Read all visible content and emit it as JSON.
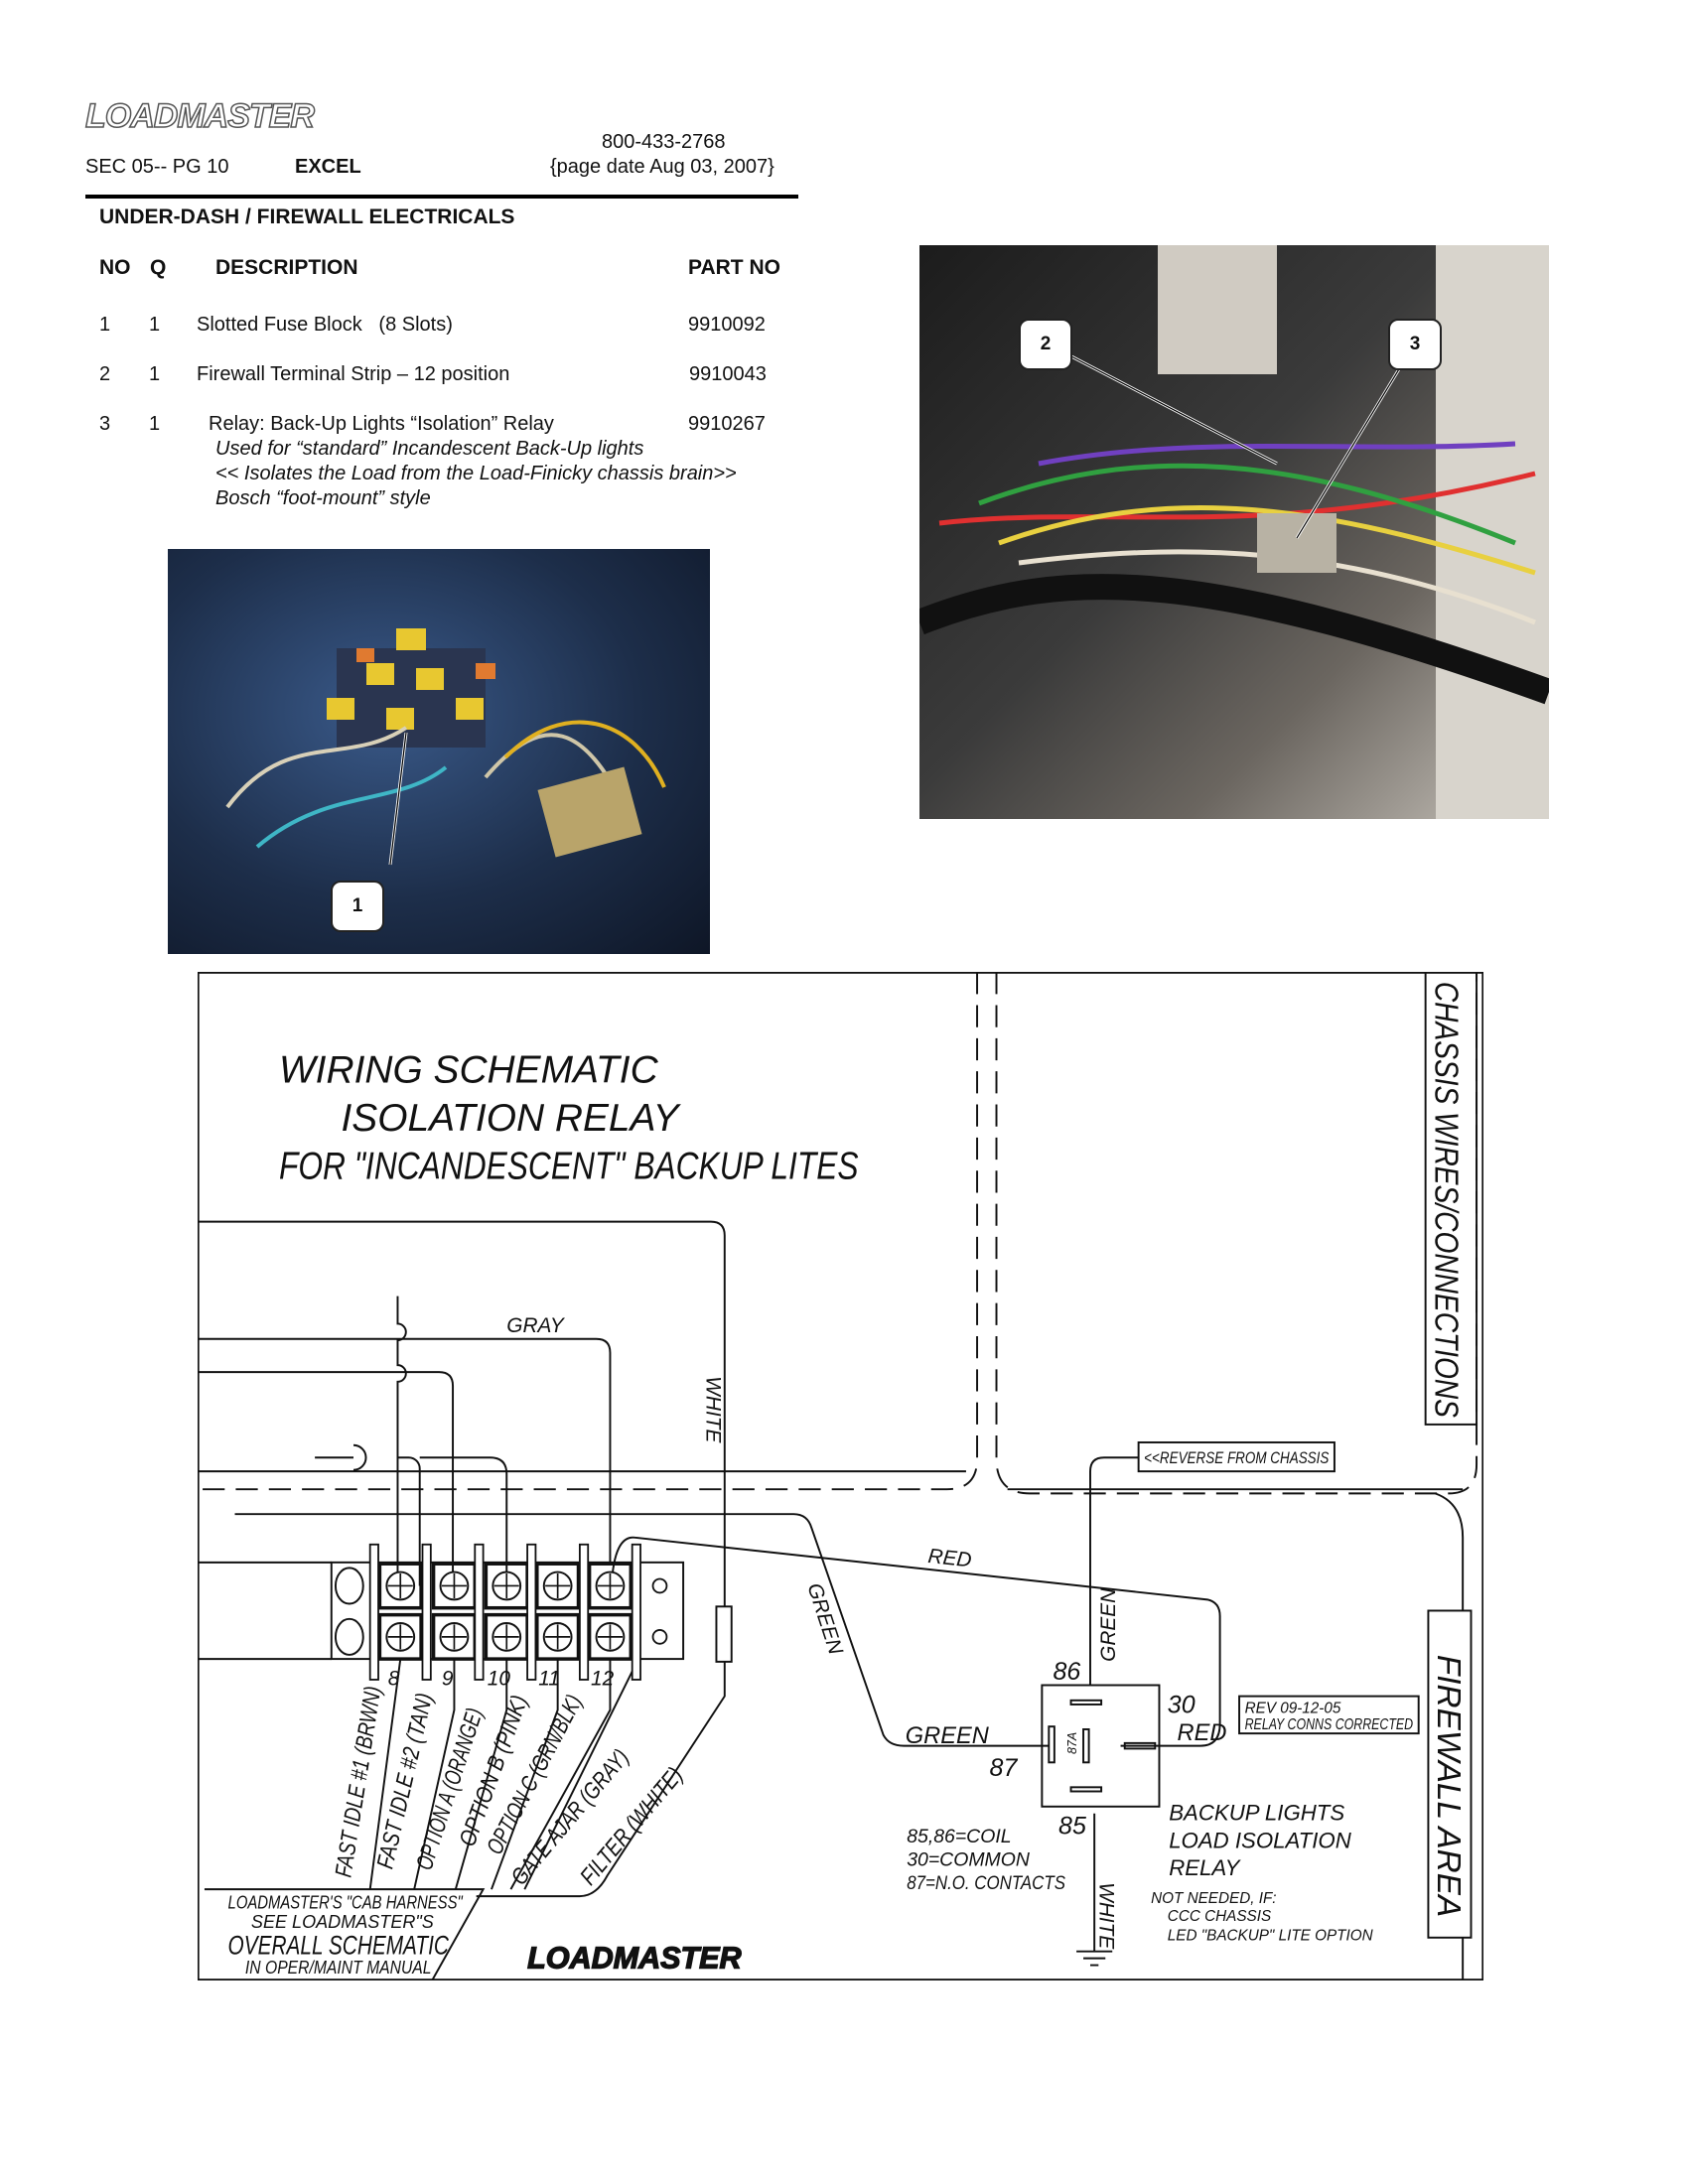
{
  "header": {
    "logo": "LOADMASTER",
    "section": "SEC 05-- PG 10",
    "model": "EXCEL",
    "phone": "800-433-2768",
    "page_date": "{page date Aug 03, 2007}"
  },
  "section_title": "UNDER-DASH / FIREWALL ELECTRICALS",
  "table": {
    "columns": [
      "NO",
      "Q",
      "DESCRIPTION",
      "PART NO"
    ],
    "rows": [
      {
        "no": "1",
        "q": "1",
        "description": "Slotted Fuse Block   (8 Slots)",
        "part_no": "9910092"
      },
      {
        "no": "2",
        "q": "1",
        "description": "Firewall Terminal Strip – 12 position",
        "part_no": "9910043"
      },
      {
        "no": "3",
        "q": "1",
        "description": "Relay: Back-Up Lights “Isolation” Relay",
        "part_no": "9910267",
        "notes": [
          "Used for “standard” Incandescent Back-Up lights",
          "<< Isolates the Load from the Load-Finicky chassis brain>>",
          "Bosch “foot-mount” style"
        ]
      }
    ]
  },
  "photos": {
    "left_callouts": [
      "1"
    ],
    "right_callouts": [
      "2",
      "3"
    ]
  },
  "schematic": {
    "title": [
      "WIRING SCHEMATIC",
      "ISOLATION RELAY",
      "FOR \"INCANDESCENT\" BACKUP LITES"
    ],
    "chassis_label": "CHASSIS WIRES/CONNECTIONS",
    "firewall_label": "FIREWALL AREA",
    "wire_gray": "GRAY",
    "wire_white": "WHITE",
    "wire_white_ground": "WHITE",
    "wire_red_top": "RED",
    "wire_green_diag": "GREEN",
    "wire_green_left": "GREEN",
    "wire_green_vertical": "GREEN",
    "wire_red_right": "RED",
    "reverse_label": "<<REVERSE FROM CHASSIS",
    "terminal_numbers": [
      "8",
      "9",
      "10",
      "11",
      "12"
    ],
    "circuits": [
      "FAST IDLE #1 (BRWN)",
      "FAST IDLE #2 (TAN)",
      "OPTION A (ORANGE)",
      "OPTION B (PINK)",
      "OPTION C (GRN/BLK)",
      "GATE AJAR (GRAY)",
      "FILTER (WHITE)"
    ],
    "relay_pins": {
      "p86": "86",
      "p30": "30",
      "p87": "87",
      "p85": "85",
      "p87a": "87A"
    },
    "pin_legend": [
      "85,86=COIL",
      "30=COMMON",
      "87=N.O. CONTACTS"
    ],
    "relay_title": [
      "BACKUP LIGHTS",
      "LOAD ISOLATION",
      "RELAY"
    ],
    "not_needed": [
      "NOT NEEDED, IF:",
      "CCC CHASSIS",
      "LED \"BACKUP\" LITE OPTION"
    ],
    "rev_note": [
      "REV 09-12-05",
      "RELAY CONNS CORRECTED"
    ],
    "harness_note": [
      "LOADMASTER'S \"CAB HARNESS\"",
      "SEE LOADMASTER\"S",
      "OVERALL SCHEMATIC",
      "IN OPER/MAINT MANUAL"
    ],
    "logo": "LOADMASTER"
  }
}
